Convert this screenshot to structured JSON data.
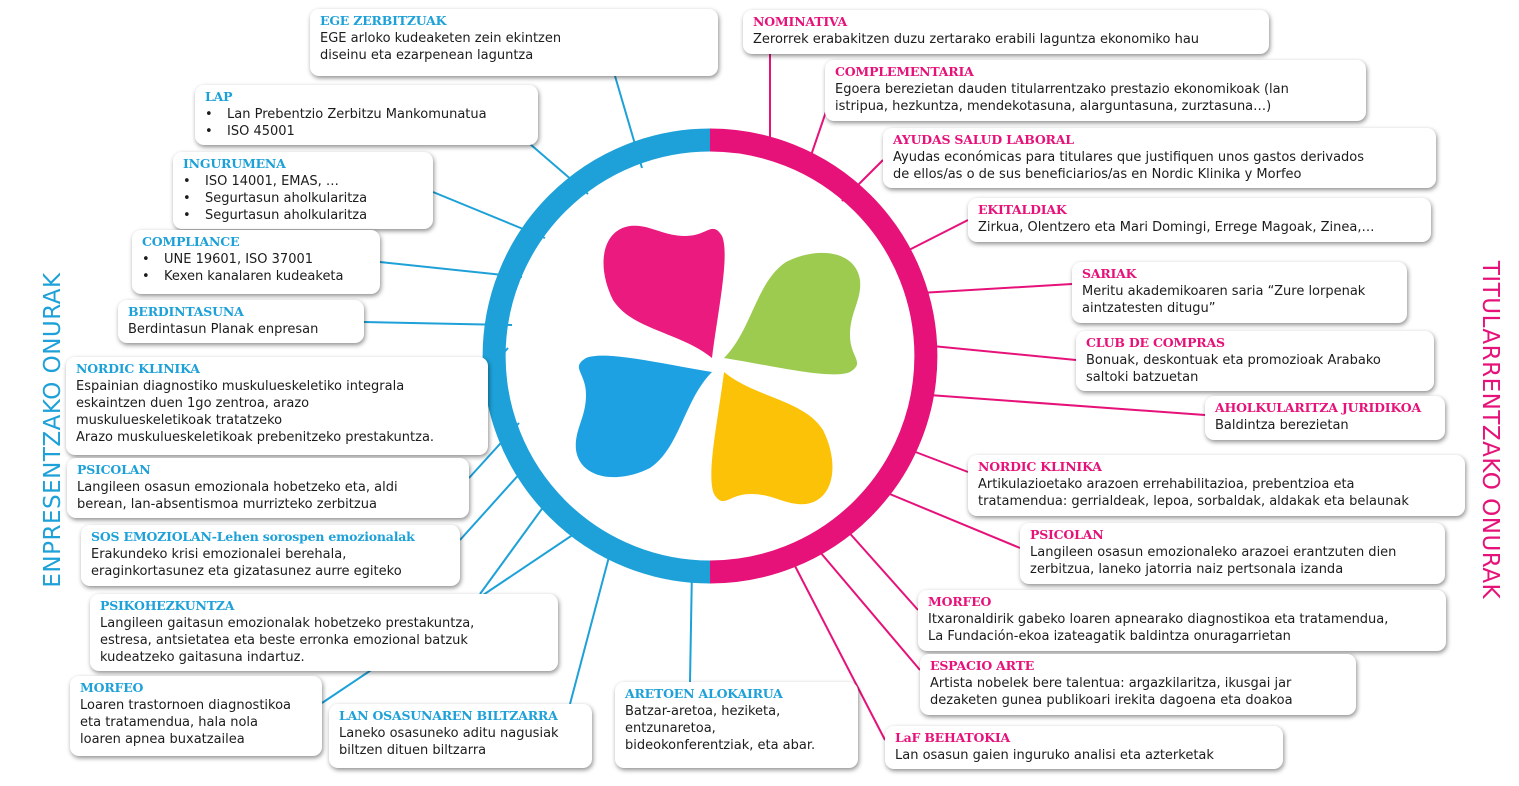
{
  "side_titles": {
    "left": "ENPRESENTZAKO ONURAK",
    "right": "TITULARRENTZAKO ONURAK"
  },
  "colors": {
    "left_accent": "#1da1d8",
    "right_accent": "#e6127a",
    "petal_pink": "#ea1a7f",
    "petal_green": "#9dcb50",
    "petal_blue": "#1da1e2",
    "petal_yellow": "#fcc208"
  },
  "left_items": [
    {
      "title": "EGE ZERBITZUAK",
      "lines": [
        "EGE arloko kudeaketen zein ekintzen",
        "diseinu eta ezarpenean laguntza"
      ]
    },
    {
      "title": "LAP",
      "bullets": [
        "Lan Prebentzio Zerbitzu Mankomunatua",
        "ISO 45001"
      ]
    },
    {
      "title": "INGURUMENA",
      "bullets": [
        "ISO 14001, EMAS, …",
        "Segurtasun aholkularitza",
        "Segurtasun aholkularitza"
      ]
    },
    {
      "title": "COMPLIANCE",
      "bullets": [
        "UNE 19601, ISO 37001",
        "Kexen kanalaren kudeaketa"
      ]
    },
    {
      "title": "BERDINTASUNA",
      "lines": [
        "Berdintasun Planak enpresan"
      ]
    },
    {
      "title": "NORDIC KLINIKA",
      "lines": [
        "Espainian diagnostiko muskulueskeletiko integrala",
        "eskaintzen duen 1go zentroa, arazo",
        "muskulueskeletikoak tratatzeko",
        "Arazo muskulueskeletikoak prebenitzeko prestakuntza."
      ]
    },
    {
      "title": "PSICOLAN",
      "lines": [
        "Langileen osasun emozionala hobetzeko eta, aldi",
        "berean, lan-absentismoa murrizteko zerbitzua"
      ]
    },
    {
      "title": "SOS EMOZIOLAN-Lehen sorospen emozionalak",
      "lines": [
        "Erakundeko krisi emozionalei berehala,",
        "eraginkortasunez eta gizatasunez aurre egiteko"
      ]
    },
    {
      "title": "PSIKOHEZKUNTZA",
      "lines": [
        "Langileen gaitasun emozionalak hobetzeko prestakuntza,",
        "estresa, antsietatea eta beste erronka emozional batzuk",
        "kudeatzeko gaitasuna indartuz."
      ]
    },
    {
      "title": "MORFEO",
      "lines": [
        "Loaren trastornoen diagnostikoa",
        "eta tratamendua, hala nola",
        "loaren apnea buxatzailea"
      ]
    },
    {
      "title": "LAN OSASUNAREN BILTZARRA",
      "lines": [
        "Laneko osasuneko aditu nagusiak",
        "biltzen dituen biltzarra"
      ]
    },
    {
      "title": "ARETOEN ALOKAIRUA",
      "lines": [
        "Batzar-aretoa, heziketa,",
        "entzunaretoa,",
        "bideokonferentziak, eta abar."
      ]
    }
  ],
  "right_items": [
    {
      "title": "NOMINATIVA",
      "lines": [
        "Zerorrek erabakitzen duzu zertarako erabili laguntza ekonomiko hau"
      ]
    },
    {
      "title": "COMPLEMENTARIA",
      "lines": [
        "Egoera berezietan dauden titularrentzako prestazio ekonomikoak (lan",
        "istripua, hezkuntza, mendekotasuna, alarguntasuna, zurztasuna…)"
      ]
    },
    {
      "title": "AYUDAS SALUD LABORAL",
      "lines": [
        "Ayudas económicas para titulares que justifiquen unos gastos derivados",
        "de ellos/as o de sus beneficiarios/as en Nordic Klinika y Morfeo"
      ]
    },
    {
      "title": "EKITALDIAK",
      "lines": [
        "Zirkua, Olentzero eta Mari Domingi, Errege Magoak, Zinea,…"
      ]
    },
    {
      "title": "SARIAK",
      "lines": [
        "Meritu akademikoaren saria “Zure lorpenak",
        "aintzatesten ditugu”"
      ]
    },
    {
      "title": "CLUB DE COMPRAS",
      "lines": [
        "Bonuak, deskontuak eta promozioak Arabako",
        "saltoki batzuetan"
      ]
    },
    {
      "title": "AHOLKULARITZA JURIDIKOA",
      "lines": [
        "Baldintza berezietan"
      ]
    },
    {
      "title": "NORDIC KLINIKA",
      "lines": [
        "Artikulazioetako arazoen errehabilitazioa, prebentzioa eta",
        "tratamendua: gerrialdeak, lepoa, sorbaldak, aldakak eta belaunak"
      ]
    },
    {
      "title": "PSICOLAN",
      "lines": [
        "Langileen osasun emozionaleko arazoei erantzuten dien",
        "zerbitzua, laneko jatorria naiz pertsonala izanda"
      ]
    },
    {
      "title": "MORFEO",
      "lines": [
        "Itxaronaldirik gabeko loaren apnearako diagnostikoa eta tratamendua,",
        "La Fundación-ekoa izateagatik baldintza onuragarrietan"
      ]
    },
    {
      "title": "ESPACIO ARTE",
      "lines": [
        "Artista nobelek bere talentua: argazkilaritza, ikusgai jar",
        "dezaketen gunea publikoari irekita dagoena eta doakoa"
      ]
    },
    {
      "title": "LaF BEHATOKIA",
      "lines": [
        "Lan osasun gaien inguruko analisi eta azterketak"
      ]
    }
  ]
}
